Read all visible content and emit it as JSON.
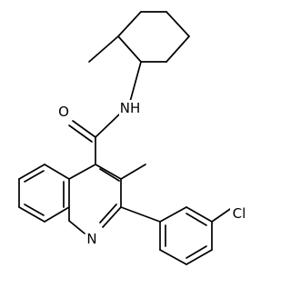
{
  "structure": {
    "atoms": {
      "oxygen": "O",
      "amide_nitrogen": "NH",
      "ring_nitrogen": "N",
      "chlorine": "Cl"
    }
  }
}
